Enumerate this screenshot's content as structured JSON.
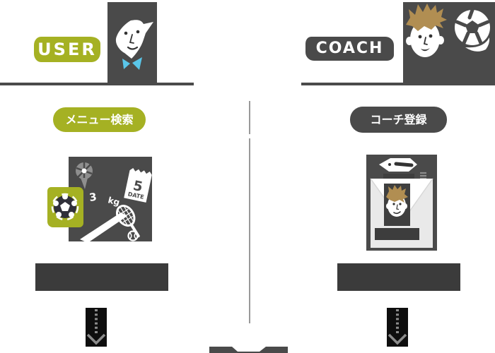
{
  "colors": {
    "page_background": "#ffffff",
    "olive_accent": "#a5b123",
    "dark_gray": "#4a4a4a",
    "caption_bar_gray": "#3b3b3b",
    "arrow_background": "#0e0e0e",
    "arrow_gray": "#8c8c8c",
    "divider_gray": "#999999",
    "bowtie_cyan": "#5ac6e9",
    "hair_brown": "#b18e52",
    "icon_gray": "#8f8f8f"
  },
  "user_column": {
    "header_label": "USER",
    "header_icon": "user-face-icon",
    "step_label": "メニュー検索",
    "illustration": {
      "icons": [
        "soccer-ball-stamp-icon",
        "sports-ball-pin-icon",
        "date-ticket-icon",
        "tennis-racket-icon",
        "tennis-ball-icon",
        "white-blade-icon"
      ],
      "weight_value": "3",
      "weight_unit": "kg",
      "date_value": "5",
      "date_label": "DATE"
    }
  },
  "coach_column": {
    "header_label": "COACH",
    "header_icons": [
      "coach-face-icon",
      "soccer-ball-icon"
    ],
    "step_label": "コーチ登録",
    "illustration": {
      "icons": [
        "name-tag-icon",
        "menu-lines-icon",
        "profile-card-icon",
        "coach-photo-icon",
        "name-bar-icon"
      ]
    }
  }
}
